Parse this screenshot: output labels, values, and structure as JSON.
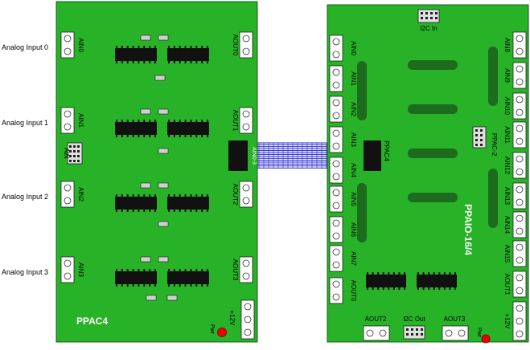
{
  "left_board": {
    "name": "PPAC4",
    "inputs": [
      "AIN0",
      "AIN1",
      "AIN2",
      "AIN3"
    ],
    "outputs": [
      "AOUT0",
      "AOUT1",
      "AOUT2",
      "AOUT3"
    ],
    "jumper_label": "AIN",
    "power_label": "+12V",
    "led_label": "Pwr"
  },
  "analog_labels": [
    "Analog Input 0",
    "Analog Input 1",
    "Analog Input 2",
    "Analog Input 3"
  ],
  "ribbon_labels": [
    "AIN0-3",
    "PPAC4"
  ],
  "right_board": {
    "name": "PPAIO-16/4",
    "left_inputs": [
      "AIN0",
      "AIN1",
      "AIN2",
      "AIN3",
      "AIN4",
      "AIN5",
      "AIN6",
      "AIN7",
      "AOUT0"
    ],
    "right_inputs": [
      "AIN8",
      "AIN9",
      "AIN10",
      "AIN11",
      "AIN12",
      "AIN13",
      "AIN14",
      "AIN15",
      "AOUT1",
      "+12V"
    ],
    "i2c_in": "I2C In",
    "ppac_label": "PPAC-2",
    "bottom_labels": [
      "AOUT2",
      "I2C Out",
      "AOUT3"
    ],
    "led_label": "Pwr"
  },
  "colors": {
    "board": "#27b227",
    "board_border": "#1a5c1a",
    "chip": "#111111",
    "slot": "#1d6b1d",
    "ribbon": "#2020d0",
    "led": "#ee0000"
  }
}
